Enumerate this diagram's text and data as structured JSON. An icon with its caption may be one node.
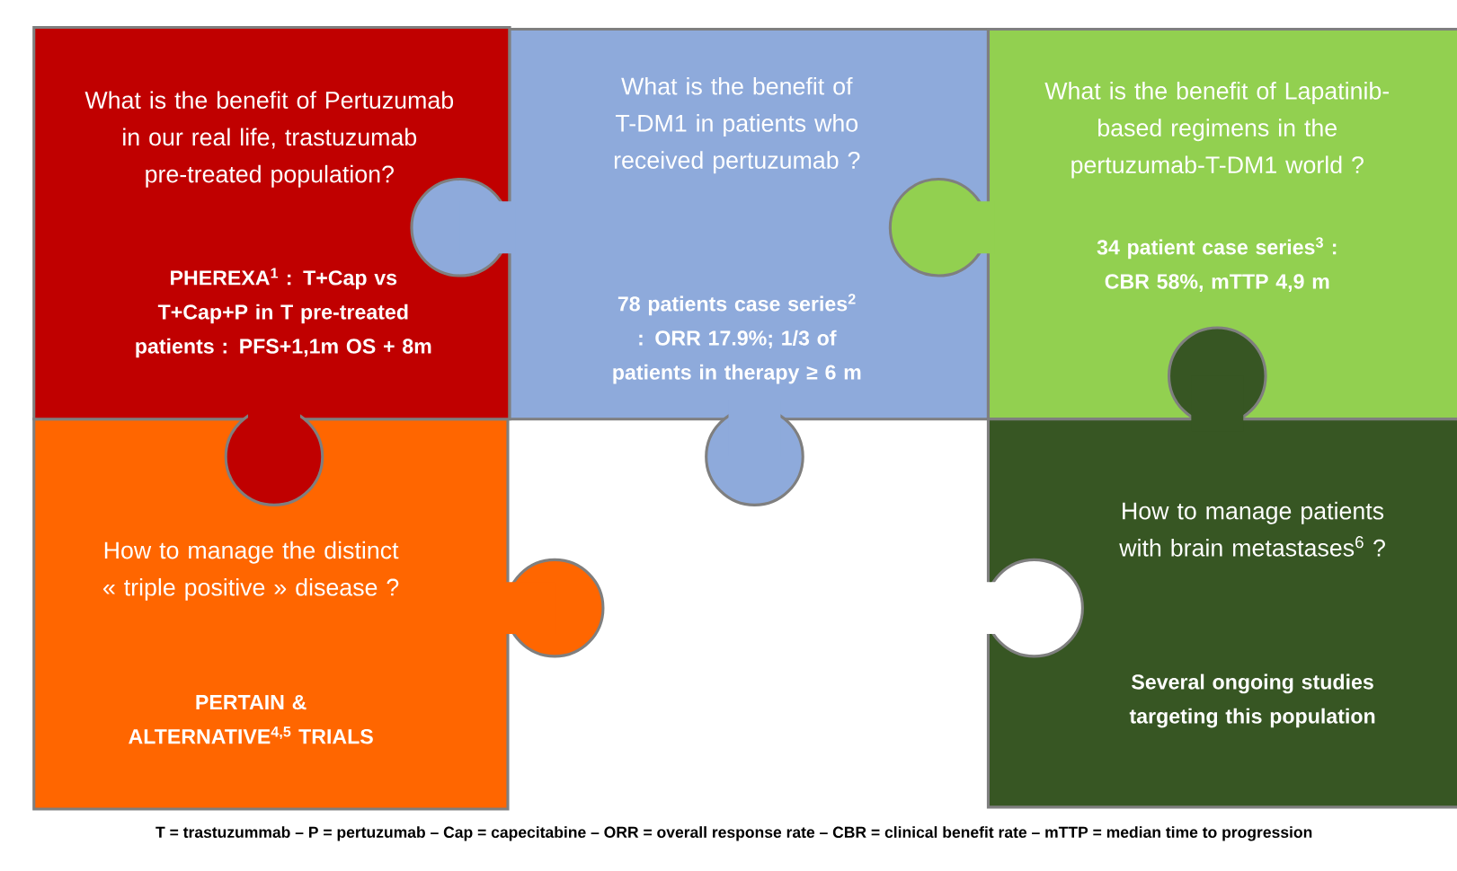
{
  "diagram": {
    "nodes": [
      {
        "text": [
          "What is the benefit of Pertuzumab in our real life, trastuzumab pre-treated population?",
          "PHEREXA$^{1}$ : T+Cap vs T+Cap+P in T pre-treated patients : PFS+1,1m OS + 8m"
        ]
      },
      {
        "text": [
          "What is the benefit of T-DM1 in patients who received pertuzumab ?",
          "78 patients case series$^{2}$ : ORR 17.9%; 1/3 of patients in therapy ≥ 6 m"
        ]
      },
      {
        "text": [
          "What is the benefit of Lapatinib-based regimens in the pertuzumab-T-DM1 world ?",
          "34 patient case series$^{3}$ : CBR 58%, mTTP 4,9 m"
        ]
      },
      {
        "text": [
          "How to manage the distinct « triple positive » disease ?",
          "PERTAIN & ALTERNATIVE$^{4,5}$ TRIALS"
        ]
      },
      {
        "text": [
          "How to manage patients with brain metastases$^{6}$ ?",
          "Several ongoing studies targeting this population"
        ]
      }
    ],
    "labels": [
      "T = trastuzummab – P = pertuzumab – Cap = capecitabine – ORR = overall response rate – CBR = clinical benefit rate – mTTP = median time to progression"
    ]
  }
}
